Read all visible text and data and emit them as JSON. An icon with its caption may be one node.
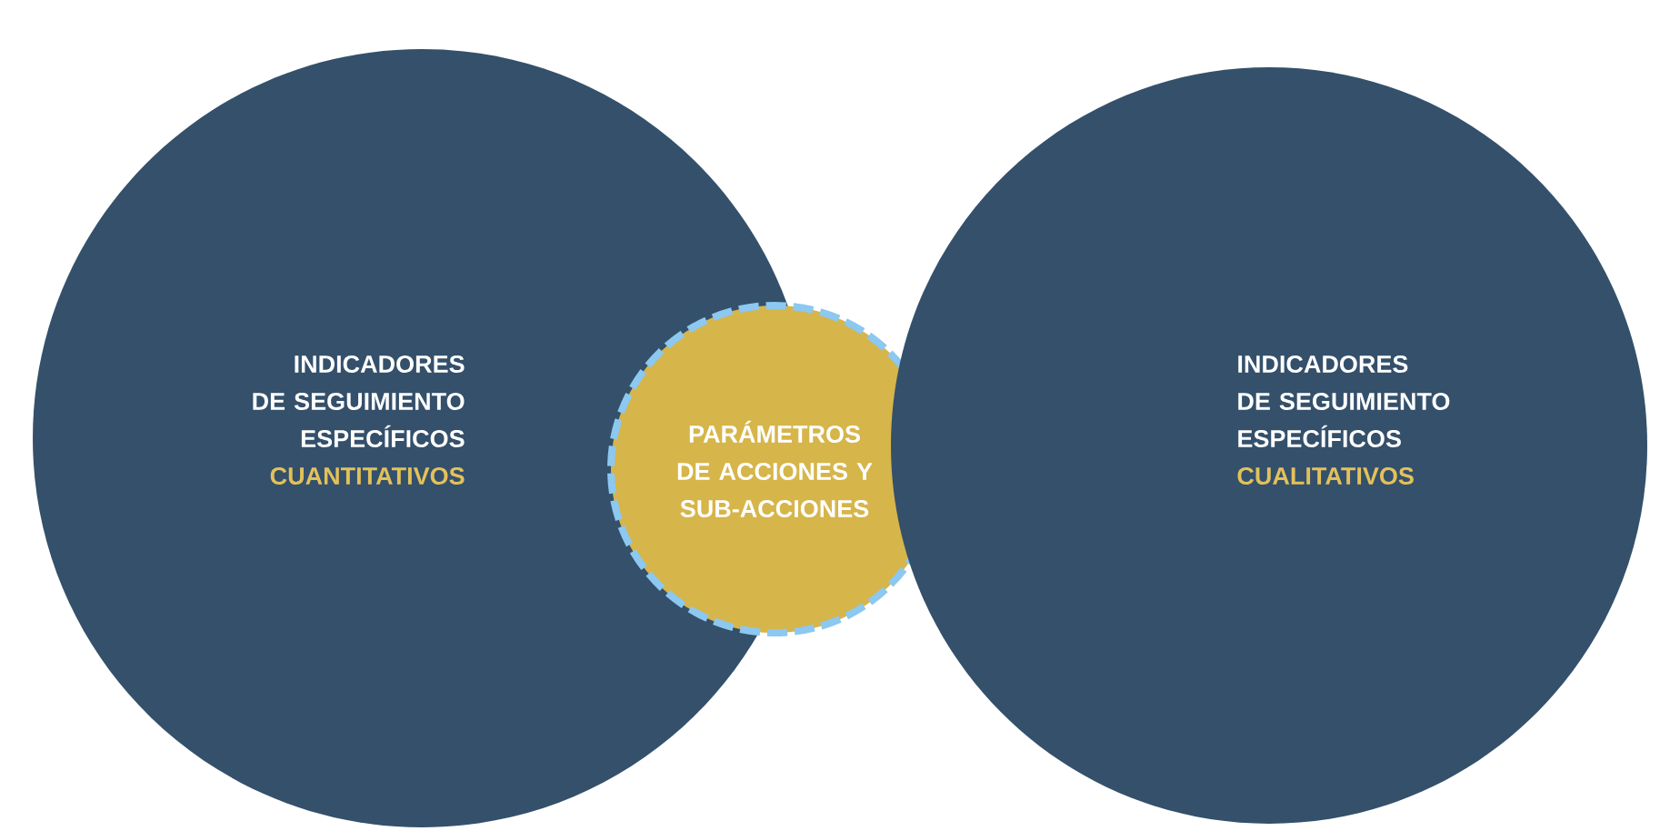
{
  "diagram": {
    "nodes": [
      {
        "text": [
          "INDICADORES DE SEGUIMIENTO ESPECÍFICOS",
          "CUANTITATIVOS"
        ]
      },
      {
        "text": [
          "PARÁMETROS DE ACCIONES Y SUB-ACCIONES"
        ]
      },
      {
        "text": [
          "INDICADORES DE SEGUIMIENTO ESPECÍFICOS",
          "CUALITATIVOS"
        ]
      }
    ]
  }
}
